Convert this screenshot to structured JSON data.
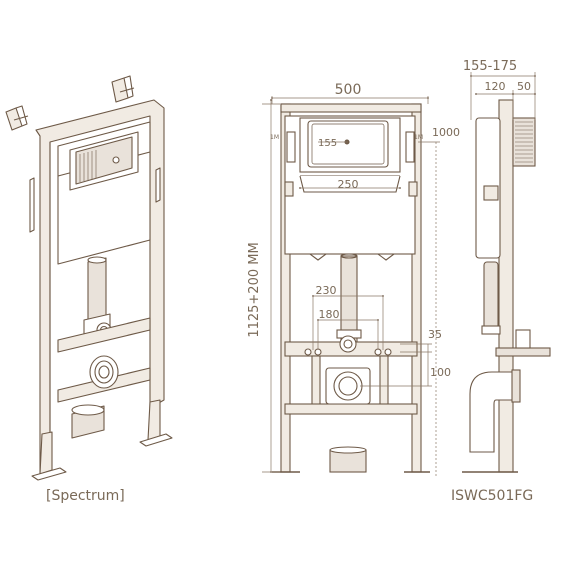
{
  "colors": {
    "stroke": "#6e5a48",
    "fill": "#f1ebe3",
    "pipe": "#e9e2da",
    "text": "#7a6a58"
  },
  "captions": {
    "brand": "[Spectrum]",
    "model": "ISWC501FG"
  },
  "dimensions": {
    "width": "500",
    "height": "1125+200 MM",
    "top_plate": "1000",
    "plate_height": "155",
    "plate_width": "250",
    "spacing_wide": "230",
    "spacing_narrow": "180",
    "rod_offset": "35",
    "drain_offset": "100",
    "depth_range": "155-175",
    "depth_120": "120",
    "depth_50": "50",
    "side_mark_left": "1M",
    "side_mark_right": "1M"
  }
}
